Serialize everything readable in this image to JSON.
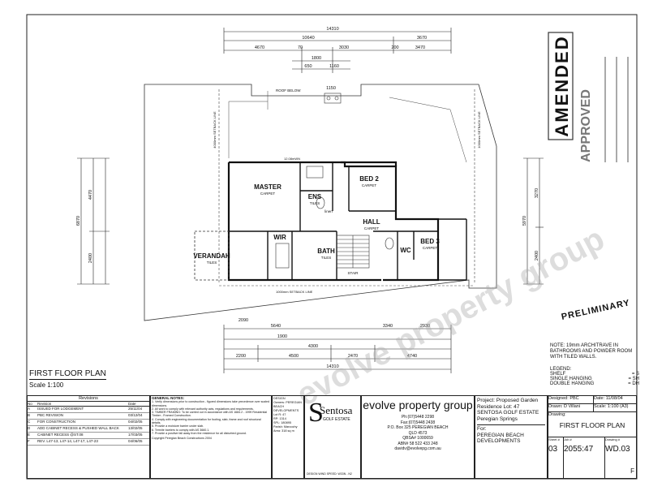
{
  "plan": {
    "title": "FIRST FLOOR PLAN",
    "scale": "Scale 1:100",
    "rooms": {
      "master": "MASTER",
      "master_sub": "CARPET",
      "ens": "ENS",
      "ens_sub": "TILES",
      "bed2": "BED 2",
      "bed2_sub": "CARPET",
      "bed3": "BED 3",
      "bed3_sub": "CARPET",
      "hall": "HALL",
      "hall_sub": "CARPET",
      "bath": "BATH",
      "bath_sub": "TILES",
      "wir": "WIR",
      "wc": "WC",
      "verandah": "VERANDAH",
      "verandah_sub": "TILES",
      "stair": "STAIR",
      "linen": "linen"
    },
    "notes": {
      "roof_below": "ROOF BELOW",
      "setback_top": "1000mm SETBACK LINE",
      "setback_left": "4000mm SETBACK LINE",
      "setback_right": "1000mm SETBACK LINE",
      "eaves": "12.08mWN"
    },
    "dims": {
      "top_overall": "14310",
      "top_a": "10640",
      "top_b": "3670",
      "top_c": "4670",
      "top_d": "70",
      "top_e": "3030",
      "top_f": "3470",
      "top_g": "200",
      "top_h": "1800",
      "top_i": "1150",
      "top_j": "650",
      "top_k": "1160",
      "bot_overall": "14310",
      "bot_a": "2200",
      "bot_b": "4500",
      "bot_c": "2470",
      "bot_d": "4740",
      "bot_e": "1900",
      "bot_f": "4300",
      "bot_g": "5640",
      "bot_h": "3340",
      "bot_i": "2930",
      "bot_j": "2090",
      "left_overall": "6870",
      "left_a": "4470",
      "left_b": "2400",
      "right_overall": "5970",
      "right_a": "3270",
      "right_b": "2400"
    }
  },
  "stamps": {
    "amended": "AMENDED",
    "approved": "APPROVED",
    "preliminary": "PRELIMINARY",
    "watermark": "evolve property group"
  },
  "side_notes": {
    "architrave": "NOTE: 19mm ARCHITRAVE IN BATHROOMS AND POWDER ROOM WITH TILED WALLS.",
    "legend_title": "LEGEND:",
    "legend_items": [
      {
        "label": "SHELF",
        "code": "= S"
      },
      {
        "label": "SINGLE HANGING",
        "code": "= SH"
      },
      {
        "label": "DOUBLE HANGING",
        "code": "= DH"
      }
    ]
  },
  "revisions": {
    "heading": "Revisions",
    "col_no": "No",
    "col_desc": "Revision",
    "col_date": "Date",
    "rows": [
      {
        "no": "A",
        "desc": "ISSUED FOR LODGEMENT",
        "date": "25/11/04"
      },
      {
        "no": "B",
        "desc": "PBC REVISION",
        "date": "03/12/04"
      },
      {
        "no": "C",
        "desc": "FOR CONSTRUCTION",
        "date": "04/02/05"
      },
      {
        "no": "D",
        "desc": "ADD CABINET RECESS & PUSHED WALL BACK",
        "date": "13/02/05"
      },
      {
        "no": "E",
        "desc": "CABINET RECESS @ST.08",
        "date": "17/03/05"
      },
      {
        "no": "F",
        "desc": "REV. L47-13, L47-14, L47-17, L47-23",
        "date": "04/06/05"
      }
    ]
  },
  "general_notes": {
    "heading": "GENERAL NOTES:",
    "lines": [
      "1. Verify dimensions prior to construction - figured dimensions take precedence over scaled dimensions.",
      "2. All work to comply with relevant authority acts, regulations and requirements.",
      "3. TIMBER FRAMING: To be carried out in accordance with AS 1684.2 - 1999 Residential Timber - Framed Construction.",
      "4. Comply with engineering documentation for footing, slab, frame and roof structural details.",
      "5. Provide a moisture barrier under slab.",
      "6. Termite barriers to comply with AS 3660.1.",
      "7. Provide a positive fall away from the residence for all disturbed ground."
    ],
    "copyright": "Copyright Peregian Beach Constructions 2004"
  },
  "lot": {
    "design_label": "DESIGN",
    "owners": "Owners: PEREGIAN BEACH DEVELOPMENTS",
    "lot_no": "Lot R: 47",
    "rp": "RP: 1314",
    "spl": "SPL: 180895",
    "parish": "Parish: Maroochy",
    "area": "Area: 318 sq m",
    "design_wind": "DESIGN WIND SPEED: W33N - N2"
  },
  "sentosa": {
    "brand": "Sentosa",
    "letter": "S",
    "sub": "GOLF ESTATE"
  },
  "company": {
    "name": "evolve property group",
    "ph": "Ph:(07)5448 2298",
    "fax": "Fax:(07)5448 2438",
    "box": "P.O. Box 325 PEREGIAN BEACH",
    "state": "QLD 4573",
    "qbsa": "QBSA# 1000659",
    "abn": "ABN# 58 522 433 248",
    "email": "davidv@evolvepg.com.au"
  },
  "project": {
    "label": "Project:",
    "value": "Proposed Garden Residence Lot: 47 SENTOSA GOLF ESTATE Peregian Springs",
    "for_label": "For:",
    "for_value": "PEREGIAN BEACH DEVELOPMENTS"
  },
  "titleblock": {
    "designed_label": "Designed:",
    "designed": "PBC",
    "date_label": "Date:",
    "date": "11/08/04",
    "drawn_label": "Drawn:",
    "drawn": "D Villani",
    "scale_label": "Scale:",
    "scale": "1:100 (A3)",
    "drawing_label": "Drawing:",
    "drawing": "FIRST FLOOR PLAN",
    "sheet_label": "Sheet #",
    "sheet": "03",
    "job_label": "Job #",
    "job": "2055:47",
    "dwg_label": "Drawing #",
    "dwg": "WD.03",
    "rev": "F"
  }
}
